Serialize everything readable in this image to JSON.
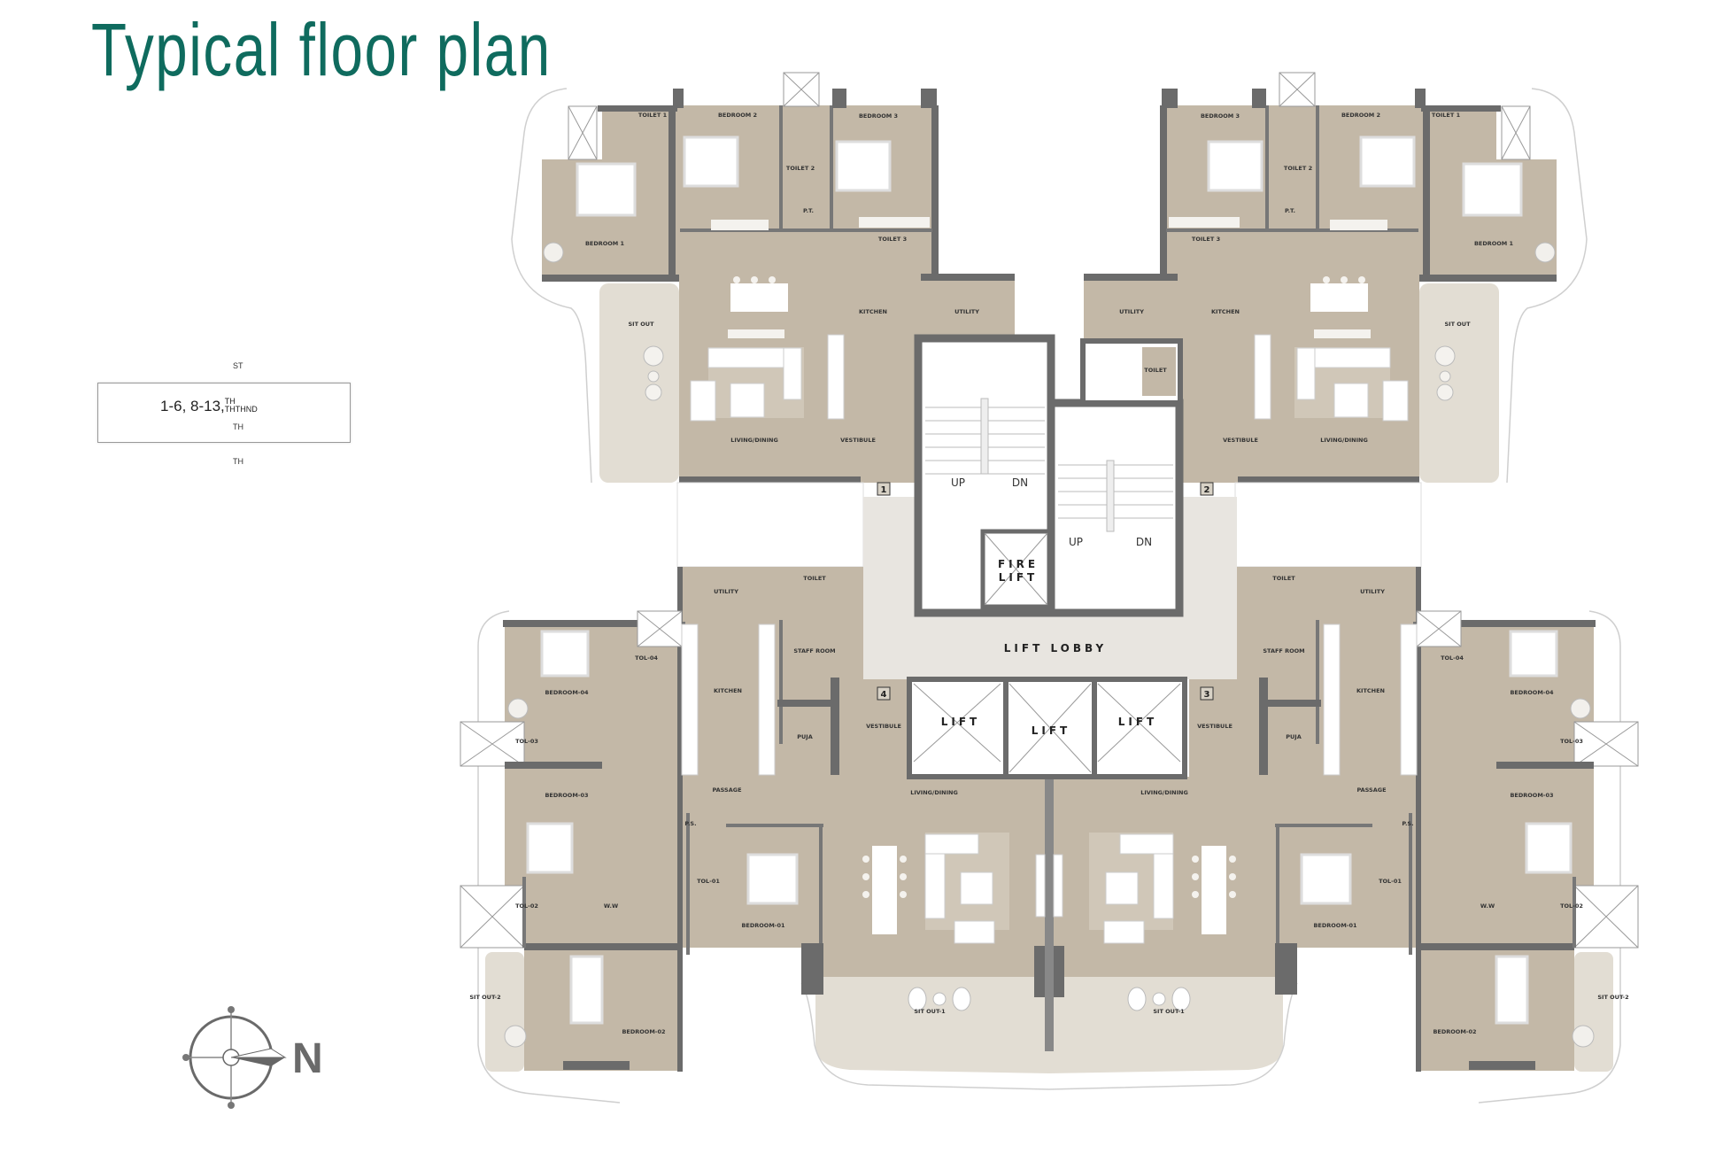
{
  "title": "Typical floor plan",
  "legend": {
    "st": "ST",
    "floors": "1-6, 8-13,",
    "sup": "TH",
    "sub": "THTHND",
    "th_inside": "TH",
    "th_below": "TH"
  },
  "compass": {
    "label": "N"
  },
  "colors": {
    "title": "#0f6b5e",
    "room": "#c3b8a7",
    "wall": "#6b6b6b",
    "sitout": "#e2ddd3",
    "lobby": "#e8e5e0"
  },
  "plan": {
    "top_left": [
      "TOILET 1",
      "BEDROOM 2",
      "BEDROOM 3",
      "TOILET 2",
      "P.T.",
      "TOILET 3",
      "BEDROOM 1",
      "KITCHEN",
      "UTILITY",
      "SIT OUT",
      "LIVING/DINING",
      "VESTIBULE"
    ],
    "top_right": [
      "TOILET 1",
      "BEDROOM 2",
      "BEDROOM 3",
      "TOILET 2",
      "P.T.",
      "TOILET 3",
      "BEDROOM 1",
      "KITCHEN",
      "UTILITY",
      "SIT OUT",
      "LIVING/DINING",
      "VESTIBULE"
    ],
    "bottom_left": [
      "UTILITY",
      "TOILET",
      "STAFF ROOM",
      "BEDROOM-04",
      "TOL-04",
      "KITCHEN",
      "TOL-03",
      "PUJA",
      "VESTIBULE",
      "PASSAGE",
      "BEDROOM-03",
      "LIVING/DINING",
      "P.S.",
      "TOL-01",
      "TOL-02",
      "W.W",
      "BEDROOM-01",
      "SIT OUT-2",
      "BEDROOM-02",
      "SIT OUT-1"
    ],
    "bottom_right": [
      "UTILITY",
      "TOILET",
      "STAFF ROOM",
      "BEDROOM-04",
      "TOL-04",
      "KITCHEN",
      "TOL-03",
      "PUJA",
      "VESTIBULE",
      "PASSAGE",
      "BEDROOM-03",
      "LIVING/DINING",
      "P.S.",
      "TOL-01",
      "TOL-02",
      "W.W",
      "BEDROOM-01",
      "SIT OUT-2",
      "BEDROOM-02",
      "SIT OUT-1"
    ],
    "core": {
      "toilet": "TOILET",
      "stair1_up": "UP",
      "stair1_dn": "DN",
      "stair2_up": "UP",
      "stair2_dn": "DN",
      "fire_lift_1": "FIRE",
      "fire_lift_2": "LIFT",
      "lift_lobby": "LIFT LOBBY",
      "lifts": [
        "LIFT",
        "LIFT",
        "LIFT"
      ],
      "unit_numbers": [
        "1",
        "2",
        "3",
        "4"
      ]
    }
  }
}
